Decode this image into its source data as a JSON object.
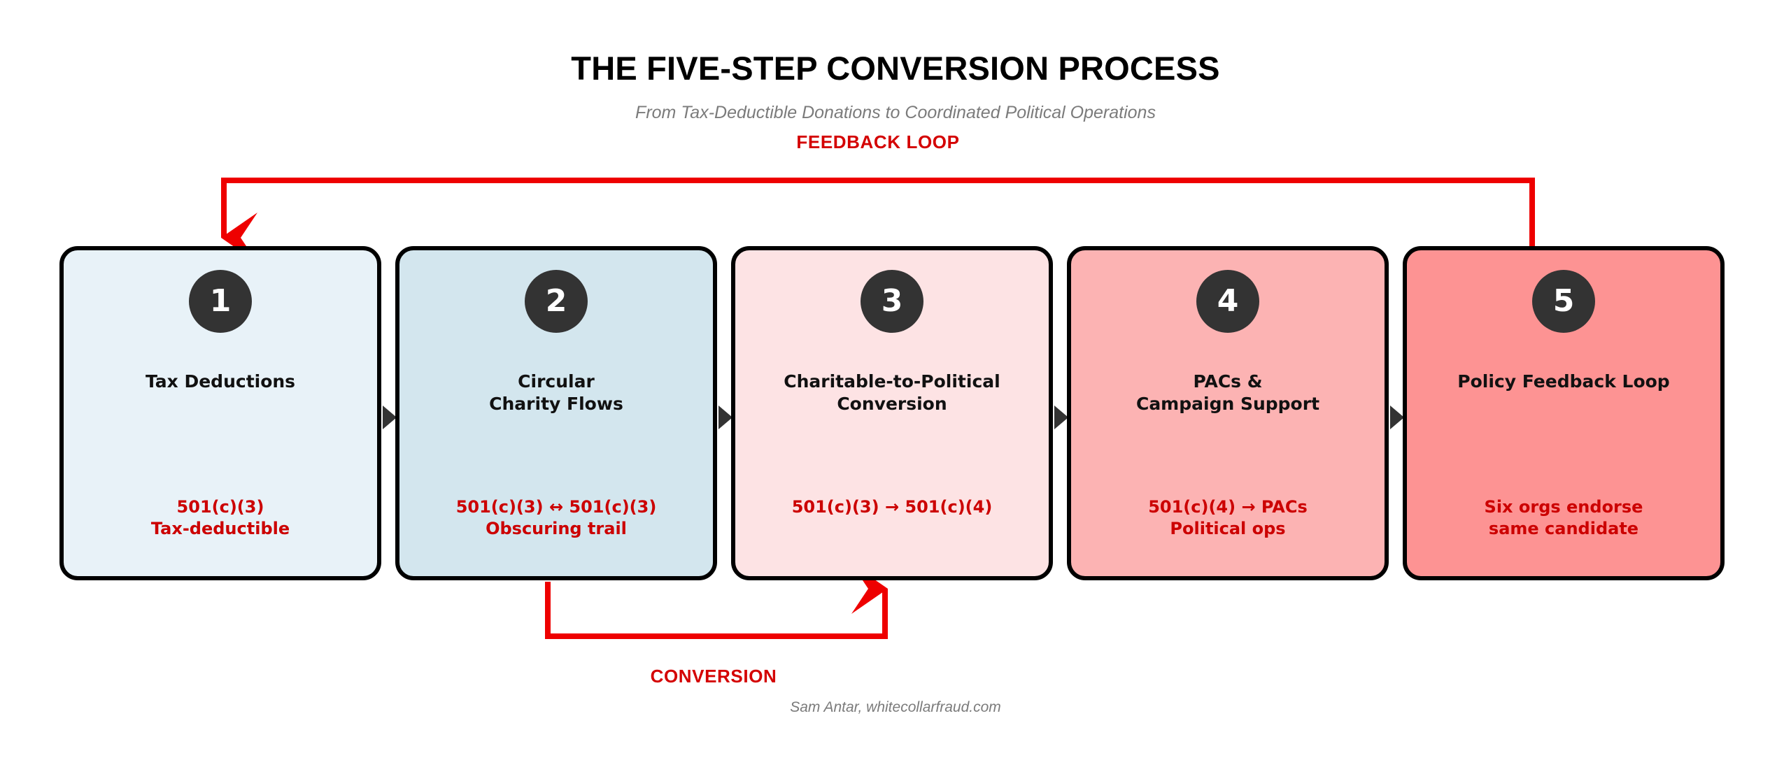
{
  "header": {
    "title": "THE FIVE-STEP CONVERSION PROCESS",
    "subtitle": "From Tax-Deductible Donations to Coordinated Political Operations"
  },
  "annotations": {
    "feedback_loop_label": "FEEDBACK LOOP",
    "conversion_label": "CONVERSION"
  },
  "credit": "Sam Antar, whitecollarfraud.com",
  "colors": {
    "accent_red": "#cc0000",
    "arrow_red": "#ee0000",
    "label_red": "#d40000",
    "circle_dark": "#333333",
    "border_black": "#000000",
    "subtitle_gray": "#7b7b7b",
    "step1_fill": "#e8f2f8",
    "step2_fill": "#d3e6ee",
    "step3_fill": "#fde3e4",
    "step4_fill": "#fcb3b3",
    "step5_fill": "#fd9393"
  },
  "steps": [
    {
      "number": "1",
      "title": "Tax Deductions",
      "note": "501(c)(3)\nTax-deductible",
      "fill": "#e8f2f8"
    },
    {
      "number": "2",
      "title": "Circular\nCharity Flows",
      "note": "501(c)(3) ↔ 501(c)(3)\nObscuring trail",
      "fill": "#d3e6ee"
    },
    {
      "number": "3",
      "title": "Charitable-to-Political\nConversion",
      "note": "501(c)(3) → 501(c)(4)",
      "fill": "#fde3e4"
    },
    {
      "number": "4",
      "title": "PACs &\nCampaign Support",
      "note": "501(c)(4) → PACs\nPolitical ops",
      "fill": "#fcb3b3"
    },
    {
      "number": "5",
      "title": "Policy Feedback Loop",
      "note": "Six orgs endorse\nsame candidate",
      "fill": "#fd9393"
    }
  ]
}
